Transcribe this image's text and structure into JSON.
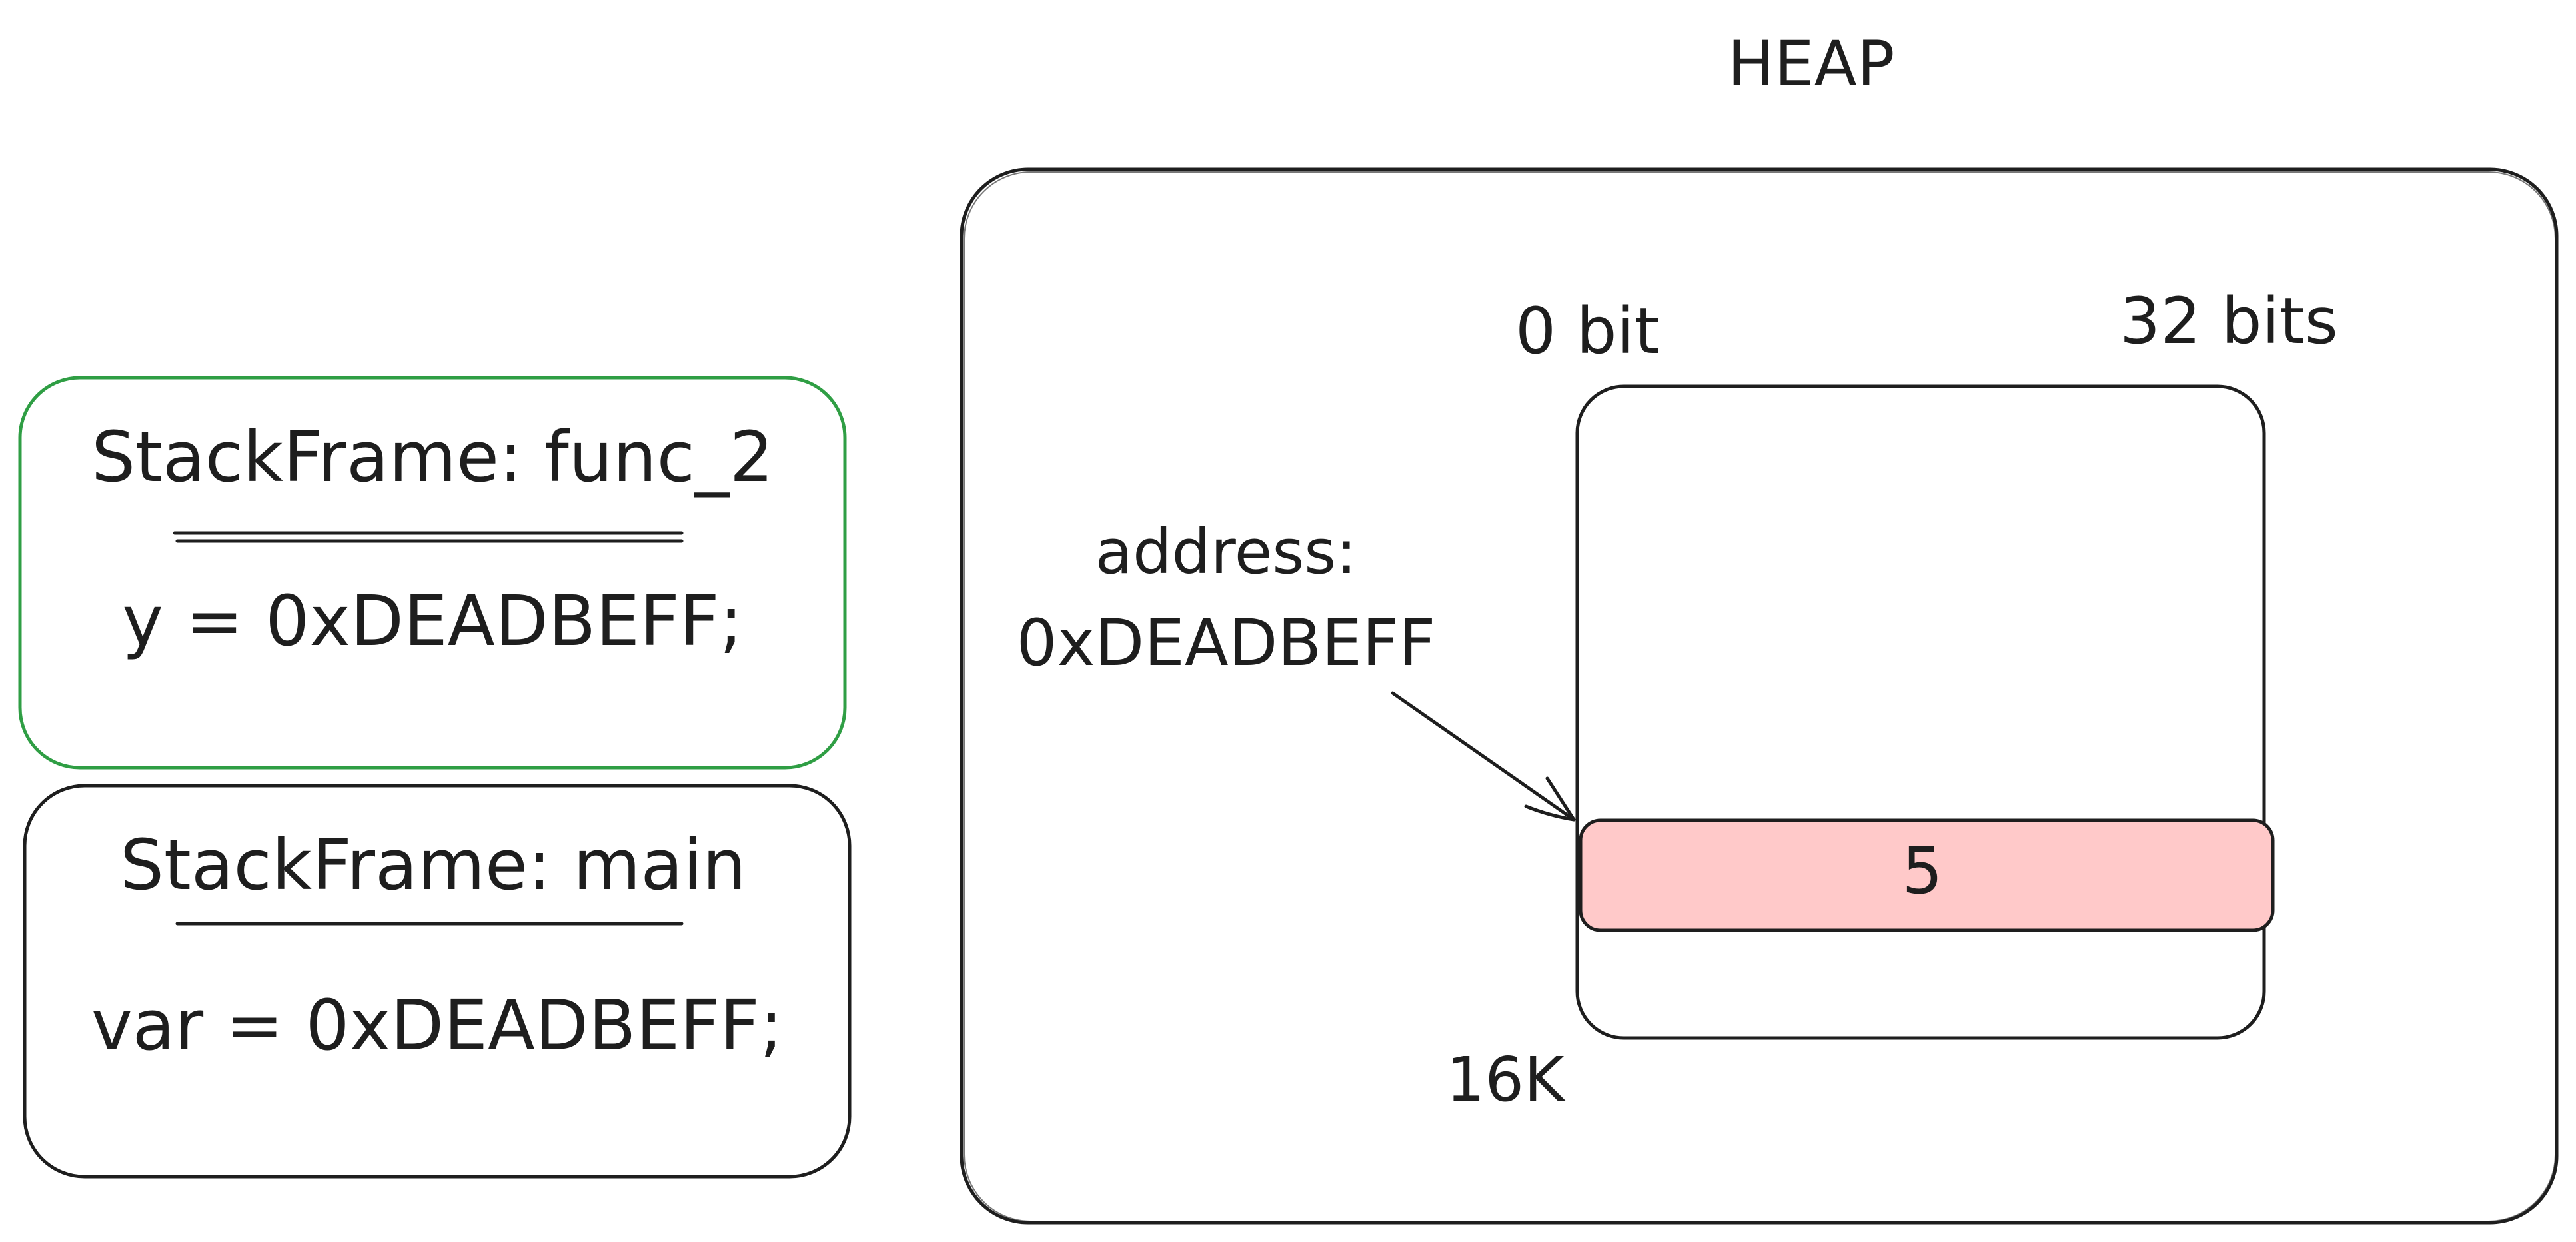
{
  "colors": {
    "stroke": "#1e1e1e",
    "active_frame_stroke": "#2f9e44",
    "highlight_fill": "#ffc9c9",
    "background": "#ffffff"
  },
  "stack": {
    "frames": [
      {
        "title": "StackFrame: func_2",
        "content": "y = 0xDEADBEFF;",
        "active": true
      },
      {
        "title": "StackFrame: main",
        "content": "var = 0xDEADBEFF;",
        "active": false
      }
    ]
  },
  "heap": {
    "title": "HEAP",
    "start_bit_label": "0 bit",
    "end_bit_label": "32 bits",
    "size_label": "16K",
    "address_label": "address:",
    "address_value": "0xDEADBEFF",
    "stored_value": "5"
  }
}
